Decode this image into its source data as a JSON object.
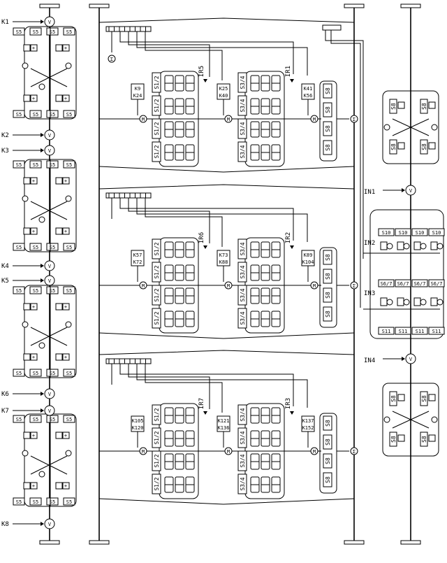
{
  "labels": {
    "s5": "S5",
    "s12": "S1/2",
    "s34": "S3/4",
    "s8": "S8",
    "s10": "S10",
    "s67": "S6/7",
    "s11": "S11",
    "v": "V",
    "m": "M",
    "sigma": "Σ"
  },
  "left_inputs": [
    "K1",
    "K2",
    "K3",
    "K4",
    "K5",
    "K6",
    "K7",
    "K8"
  ],
  "right_inputs": [
    "IN1",
    "IN2",
    "IN3",
    "IN4"
  ],
  "rows": [
    {
      "ir_a": "IR5",
      "ir_b": "IR1",
      "kboxes": [
        [
          "K9",
          "K24"
        ],
        [
          "K25",
          "K40"
        ],
        [
          "K41",
          "K56"
        ]
      ]
    },
    {
      "ir_a": "IR6",
      "ir_b": "IR2",
      "kboxes": [
        [
          "K57",
          "K72"
        ],
        [
          "K73",
          "K88"
        ],
        [
          "K89",
          "K104"
        ]
      ]
    },
    {
      "ir_a": "IR7",
      "ir_b": "IR3",
      "kboxes": [
        [
          "K105",
          "K120"
        ],
        [
          "K121",
          "K136"
        ],
        [
          "K137",
          "K152"
        ]
      ]
    }
  ]
}
